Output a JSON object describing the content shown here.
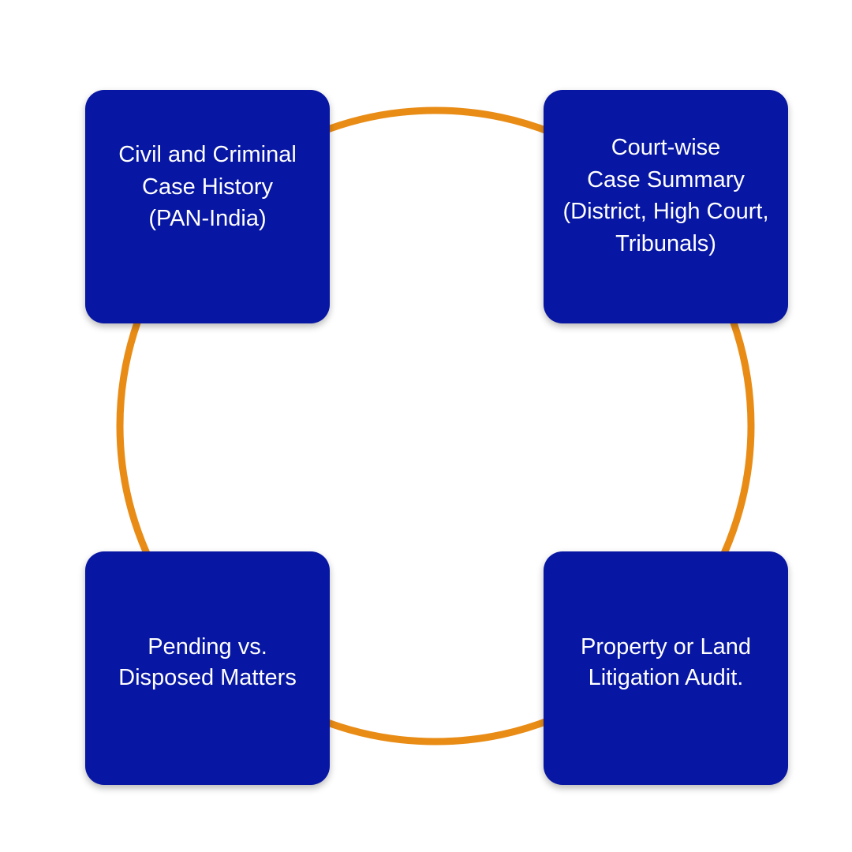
{
  "colors": {
    "background": "#ffffff",
    "card": "#0716a3",
    "ring": "#e88c16",
    "text": "#ffffff"
  },
  "cards": [
    {
      "id": "civil-criminal",
      "text": "Civil and Criminal\nCase History\n(PAN-India)"
    },
    {
      "id": "court-wise",
      "text": "Court-wise\nCase Summary\n(District, High Court,\nTribunals)"
    },
    {
      "id": "pending-disposed",
      "text": "Pending vs.\nDisposed Matters"
    },
    {
      "id": "property-land",
      "text": "Property or Land\nLitigation Audit."
    }
  ]
}
